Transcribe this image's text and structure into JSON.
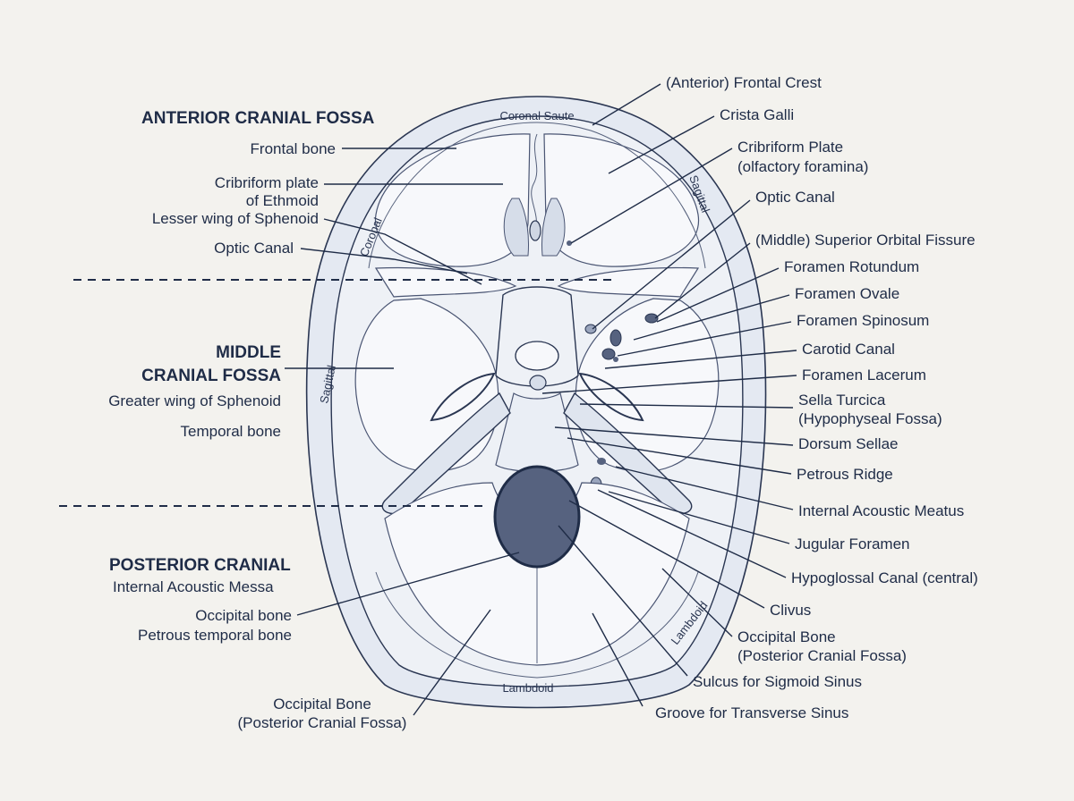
{
  "sections": {
    "anterior": "ANTERIOR CRANIAL FOSSA",
    "middle_line1": "MIDDLE",
    "middle_line2": "CRANIAL FOSSA",
    "posterior": "POSTERIOR CRANIAL"
  },
  "sutures": {
    "coronal_top": "Coronal Saute",
    "coronal_left": "Coronal",
    "sagittal_left": "Sagittal",
    "sagittal_right": "Sagittal",
    "lambdoid_bottom": "Lambdoid",
    "lambdoid_right": "Lambdoid"
  },
  "left_labels": {
    "frontal_bone": "Frontal bone",
    "cribriform_ethmoid_1": "Cribriform plate",
    "cribriform_ethmoid_2": "of Ethmoid",
    "lesser_wing": "Lesser wing of Sphenoid",
    "optic_canal": "Optic Canal",
    "greater_wing": "Greater wing of Sphenoid",
    "temporal_bone": "Temporal bone",
    "internal_acoustic_messa": "Internal Acoustic Messa",
    "occipital_bone": "Occipital bone",
    "petrous_temporal": "Petrous temporal bone",
    "occipital_posterior_1": "Occipital Bone",
    "occipital_posterior_2": "(Posterior Cranial Fossa)"
  },
  "right_labels": {
    "frontal_crest": "(Anterior) Frontal Crest",
    "crista_galli": "Crista Galli",
    "cribriform_plate_1": "Cribriform Plate",
    "cribriform_plate_2": "(olfactory foramina)",
    "optic_canal": "Optic Canal",
    "superior_orbital": "(Middle) Superior Orbital Fissure",
    "foramen_rotundum": "Foramen Rotundum",
    "foramen_ovale": "Foramen Ovale",
    "foramen_spinosum": "Foramen Spinosum",
    "carotid_canal": "Carotid Canal",
    "foramen_lacerum": "Foramen Lacerum",
    "sella_1": "Sella Turcica",
    "sella_2": "(Hypophyseal Fossa)",
    "dorsum_sellae": "Dorsum Sellae",
    "petrous_ridge": "Petrous Ridge",
    "internal_acoustic_meatus": "Internal  Acoustic Meatus",
    "jugular_foramen": "Jugular Foramen",
    "hypoglossal": "Hypoglossal Canal (central)",
    "clivus": "Clivus",
    "occipital_bone_1": "Occipital Bone",
    "occipital_bone_2": "(Posterior Cranial Fossa)",
    "sigmoid": "Sulcus for Sigmoid Sinus",
    "transverse": "Groove for Transverse Sinus"
  },
  "colors": {
    "ink": "#1f2c47",
    "bone": "#e4e9f2",
    "foramen_magnum": "#56627f",
    "background": "#f3f2ee"
  }
}
